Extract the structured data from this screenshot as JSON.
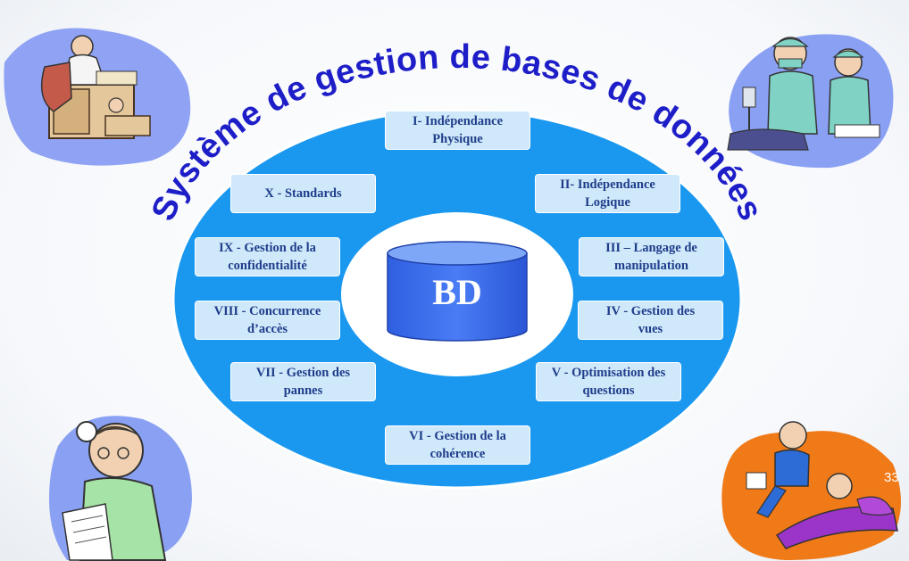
{
  "title": "Système de gestion de bases de données",
  "center_label": "BD",
  "page_number": "33",
  "items": [
    "I- Indépendance\nPhysique",
    "II- Indépendance\nLogique",
    "III – Langage de\nmanipulation",
    "IV - Gestion des\nvues",
    "V - Optimisation des\nquestions",
    "VI - Gestion de la\ncohérence",
    "VII - Gestion des\npannes",
    "VIII - Concurrence\nd’accès",
    "IX - Gestion de la\nconfidentialité",
    "X - Standards"
  ],
  "colors": {
    "ring": "#1a98f0",
    "title": "#1e1ec8",
    "box": "#cfe9fb",
    "box_text": "#1f3d8a",
    "cylinder": "#3b6ef2",
    "cylinder_top": "#7ea8f7"
  },
  "clipart": [
    "office-worker-at-desk-icon",
    "surgeons-icon",
    "doctor-reading-chart-icon",
    "psychiatrist-and-patient-icon"
  ]
}
